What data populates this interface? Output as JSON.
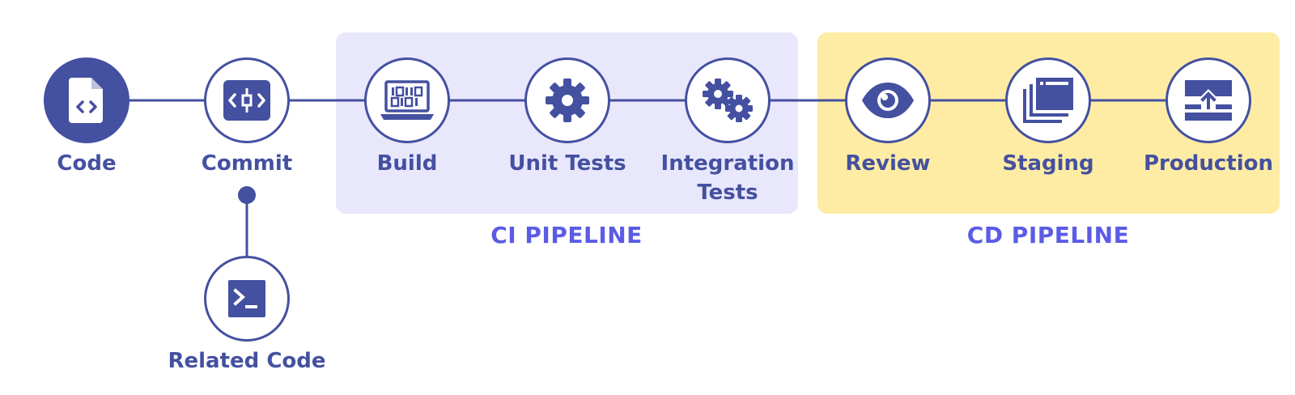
{
  "colors": {
    "primary": "#4450a0",
    "accent": "#5b5be6",
    "ci_background": "#e8e7fc",
    "cd_background": "#feeca4",
    "node_fill": "#ffffff"
  },
  "groups": {
    "ci": {
      "title": "CI PIPELINE"
    },
    "cd": {
      "title": "CD PIPELINE"
    }
  },
  "nodes": {
    "code": {
      "label": "Code",
      "icon": "code-file-icon",
      "filled": true
    },
    "commit": {
      "label": "Commit",
      "icon": "commit-icon"
    },
    "build": {
      "label": "Build",
      "icon": "laptop-binary-icon"
    },
    "unit_tests": {
      "label": "Unit Tests",
      "icon": "gear-icon"
    },
    "integration_tests": {
      "label": "Integration\nTests",
      "icon": "gears-icon"
    },
    "review": {
      "label": "Review",
      "icon": "eye-icon"
    },
    "staging": {
      "label": "Staging",
      "icon": "stacked-windows-icon"
    },
    "production": {
      "label": "Production",
      "icon": "upload-box-icon"
    },
    "related_code": {
      "label": "Related Code",
      "icon": "terminal-icon"
    }
  }
}
